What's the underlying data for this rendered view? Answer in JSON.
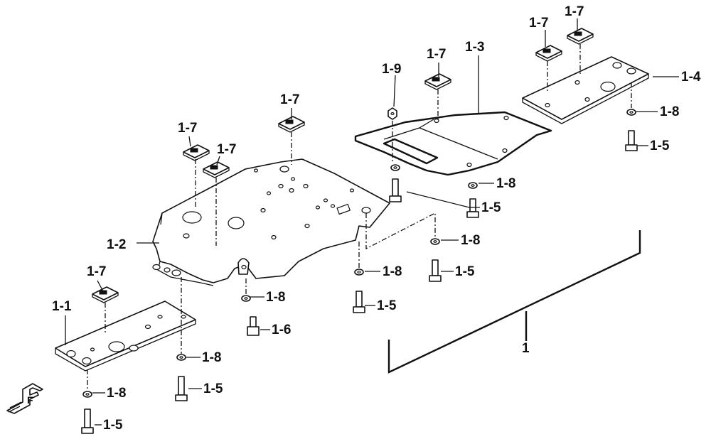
{
  "labels": {
    "assembly": "1",
    "p1_1": "1-1",
    "p1_2": "1-2",
    "p1_3": "1-3",
    "p1_4": "1-4",
    "p1_5": "1-5",
    "p1_6": "1-6",
    "p1_7": "1-7",
    "p1_8": "1-8",
    "p1_9": "1-9"
  },
  "direction_mark": "F"
}
